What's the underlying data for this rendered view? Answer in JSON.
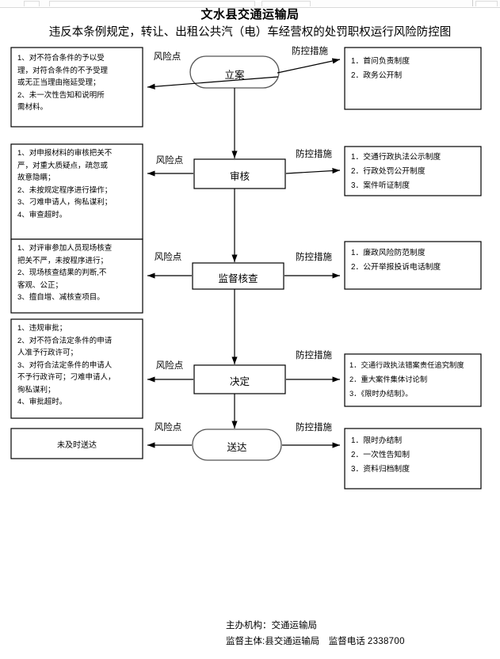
{
  "document": {
    "org_title": "文水县交通运输局",
    "main_title": "违反本条例规定，转让、出租公共汽（电）车经营权的处罚职权运行风险防控图"
  },
  "labels": {
    "risk_point": "风险点",
    "control_measure": "防控措施"
  },
  "rows": [
    {
      "node": "立案",
      "node_shape": "rounded",
      "risk_label": "风险点",
      "measure_label": "防控措施",
      "risks": "1、对不符合条件的予以受\n理，对符合条件的不予受理\n或无正当理由拖延受理；\n2、未一次性告知和说明所\n需材料。",
      "measures": "1．首问负责制度\n2．政务公开制"
    },
    {
      "node": "审核",
      "node_shape": "rect",
      "risk_label": "风险点",
      "measure_label": "防控措施",
      "risks": "1、对申报材料的审核把关不\n严，对重大质疑点，疏忽或\n故意隐瞒；\n2、未按规定程序进行操作；\n3、刁难申请人，徇私谋利；\n4、审查超时。",
      "measures": "1．交通行政执法公示制度\n2．行政处罚公开制度\n3．案件听证制度"
    },
    {
      "node": "监督核查",
      "node_shape": "rect",
      "risk_label": "风险点",
      "measure_label": "防控措施",
      "risks": "1、对评审参加人员现场核查\n把关不严，未按程序进行；\n2、现场核查结果的判断,不\n客观、公正；\n3、擅自增、减核查项目。",
      "measures": "1．廉政风险防范制度\n2．公开举报投诉电话制度"
    },
    {
      "node": "决定",
      "node_shape": "rect",
      "risk_label": "风险点",
      "measure_label": "防控措施",
      "risks": "1、违规审批；\n2、对不符合法定条件的申请\n人准予行政许可；\n3、对符合法定条件的申请人\n不予行政许可；刁难申请人，\n徇私谋利；\n4、审批超时。",
      "measures": "1．交通行政执法错案责任追究制度\n2．重大案件集体讨论制\n3．《限时办结制》。"
    },
    {
      "node": "送达",
      "node_shape": "rounded",
      "risk_label": "风险点",
      "measure_label": "防控措施",
      "risks": "未及时送达",
      "measures": "1．限时办结制\n2．一次性告知制\n3．资料归档制度"
    }
  ],
  "footer": {
    "line1": "主办机构：交通运输局",
    "line2_prefix": "监督主体:县交通运输局　监督电话 ",
    "phone": "2338700"
  }
}
